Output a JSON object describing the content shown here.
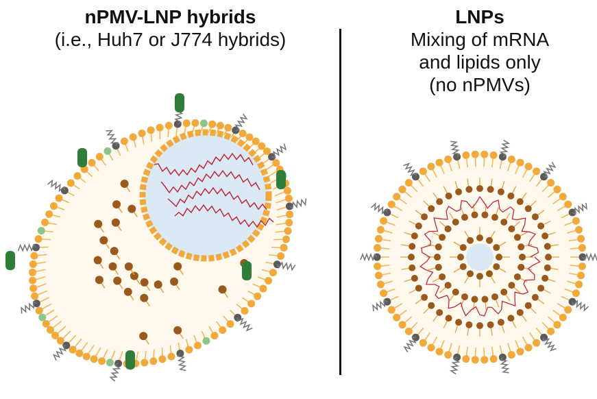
{
  "left": {
    "title": "nPMV-LNP hybrids",
    "subtitle": "(i.e., Huh7 or J774 hybrids)"
  },
  "right": {
    "title": "LNPs",
    "line1": "Mixing of mRNA",
    "line2": "and lipids only",
    "line3": "(no nPMVs)"
  },
  "colors": {
    "lipid_head": "#f2a93b",
    "ionizable_lipid": "#9a5a1e",
    "peg_lipid": "#5a5a5a",
    "membrane_lipid": "#8cc78a",
    "core": "#dbe9f5",
    "mrna": "#c0283a",
    "protein": "#2f7d3a"
  }
}
